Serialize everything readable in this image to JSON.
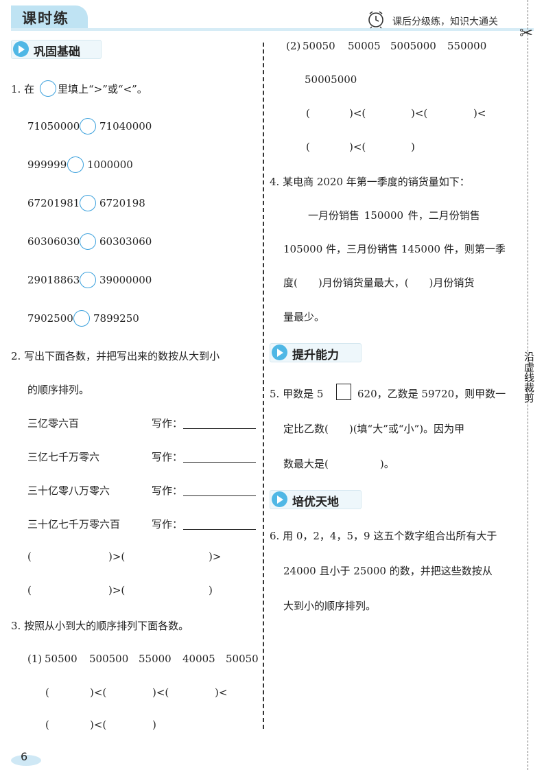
{
  "header": {
    "title": "课时练",
    "right_text": "课后分级练，知识大通关",
    "clock_icon": "alarm-clock-icon"
  },
  "sections": {
    "basic": "巩固基础",
    "improve": "提升能力",
    "excellent": "培优天地"
  },
  "q1": {
    "prompt_a": "1. 在",
    "prompt_b": "里填上“>”或“<”。",
    "rows": [
      {
        "left": "71050000",
        "right": "71040000"
      },
      {
        "left": "999999",
        "right": "1000000"
      },
      {
        "left": "67201981",
        "right": "6720198"
      },
      {
        "left": "60306030",
        "right": "60303060"
      },
      {
        "left": "29018863",
        "right": "39000000"
      },
      {
        "left": "7902500",
        "right": "7899250"
      }
    ]
  },
  "q2": {
    "line1": "2. 写出下面各数，并把写出来的数按从大到小",
    "line2": "的顺序排列。",
    "items": [
      {
        "text": "三亿零六百",
        "write": "写作："
      },
      {
        "text": "三亿七千万零六",
        "write": "写作："
      },
      {
        "text": "三十亿零八万零六",
        "write": "写作："
      },
      {
        "text": "三十亿七千万零六百",
        "write": "写作："
      }
    ],
    "order1": [
      "(",
      ")>(",
      ")>"
    ],
    "order2": [
      "(",
      ")>(",
      ")"
    ]
  },
  "q3": {
    "prompt": "3. 按照从小到大的顺序排列下面各数。",
    "part1_label": "(1)",
    "part1_nums": [
      "50500",
      "500500",
      "55000",
      "40005",
      "50050"
    ],
    "part1_order1": [
      "(",
      ")<(",
      ")<(",
      ")<"
    ],
    "part1_order2": [
      "(",
      ")<(",
      ")"
    ],
    "part2_label": "(2)",
    "part2_nums": [
      "50050",
      "50005",
      "5005000",
      "550000"
    ],
    "part2_num_last": "50005000",
    "part2_order1": [
      "(",
      ")<(",
      ")<(",
      ")<"
    ],
    "part2_order2": [
      "(",
      ")<(",
      ")"
    ]
  },
  "q4": {
    "line1": "4. 某电商 2020 年第一季度的销货量如下：",
    "line2": "一月份销售 150000 件，二月份销售",
    "line3": "105000 件，三月份销售 145000 件，则第一季",
    "line4": "度(　　)月份销货量最大，(　　)月份销货",
    "line5": "量最少。"
  },
  "q5": {
    "line1a": "5. 甲数是 5",
    "line1b": "620，乙数是 59720，则甲数一",
    "line2": "定比乙数(　　)(填“大”或“小”)。因为甲",
    "line3": "数最大是(　　　　　)。"
  },
  "q6": {
    "line1": "6. 用 0，2，4，5，9 这五个数字组合出所有大于",
    "line2": "24000 且小于 25000 的数，并把这些数按从",
    "line3": "大到小的顺序排列。"
  },
  "margin": {
    "cut_text": "沿虚线裁剪",
    "scissors_icon": "scissors-icon"
  },
  "page_number": "6",
  "colors": {
    "accent": "#4fb7e5",
    "header_bg": "#bfe3f3"
  }
}
